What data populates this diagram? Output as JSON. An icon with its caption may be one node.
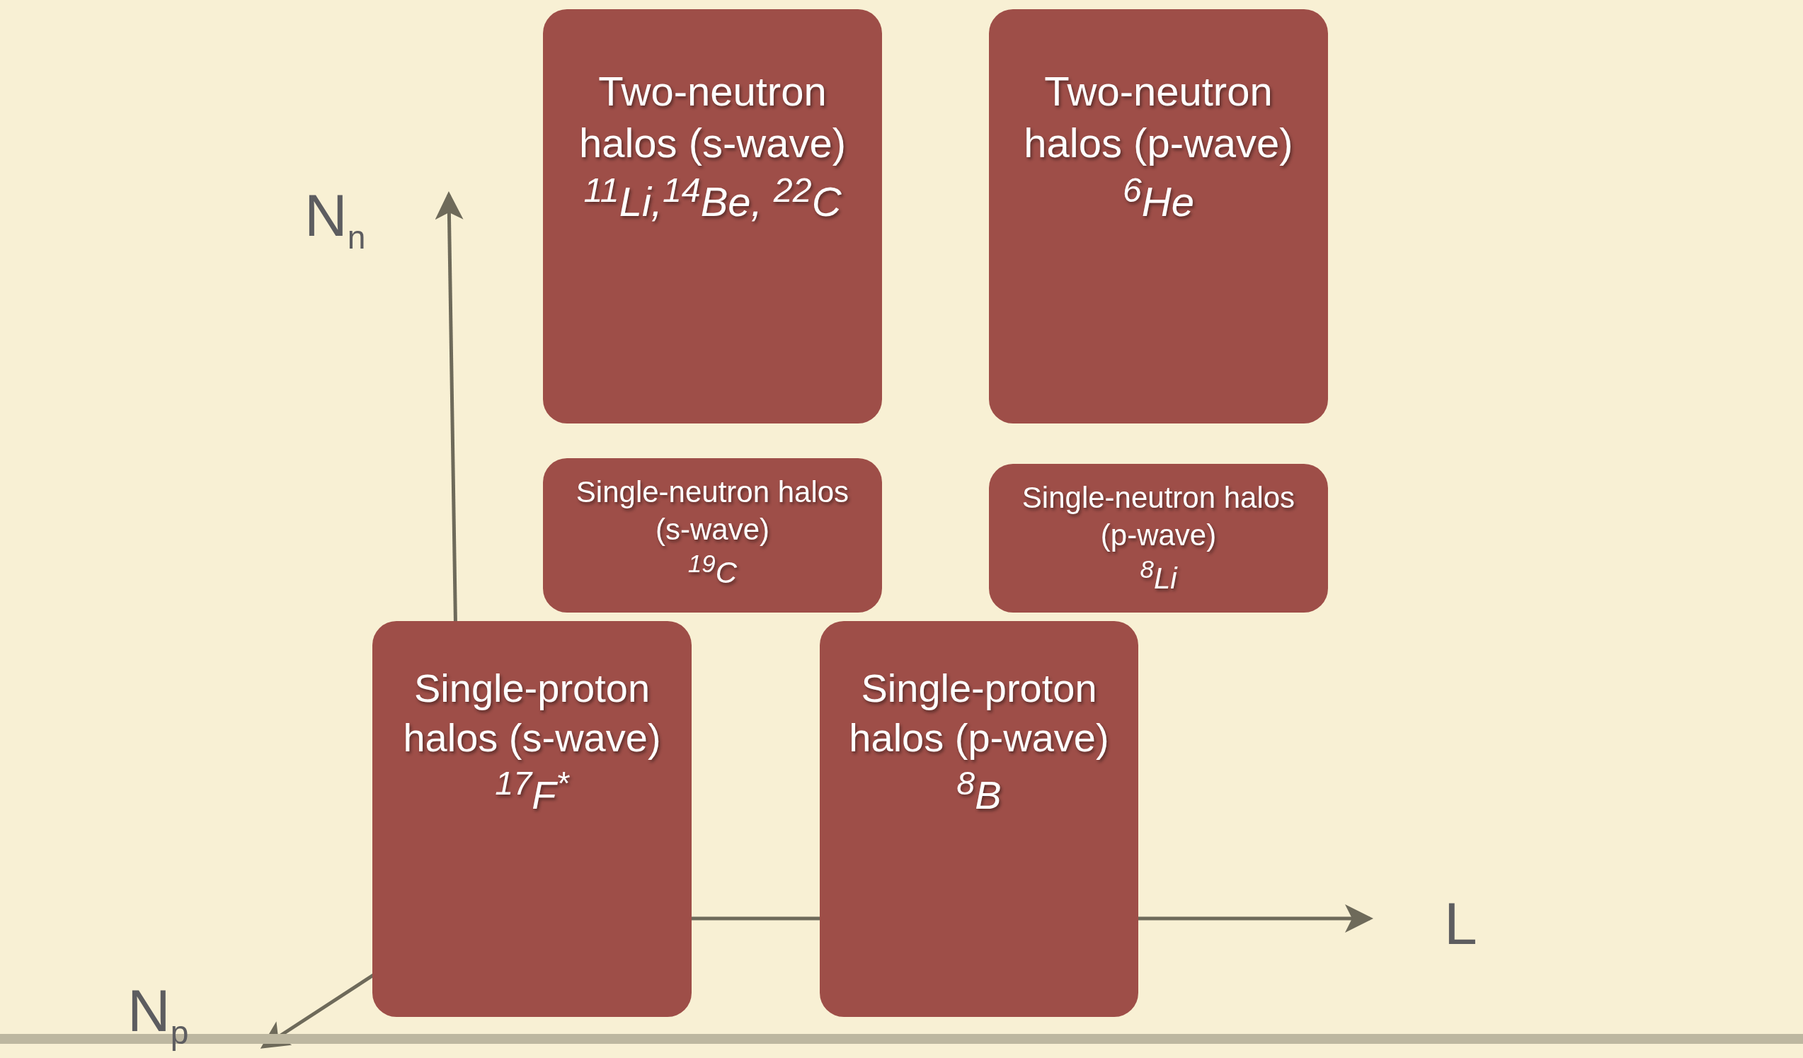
{
  "diagram": {
    "nodes": [
      {
        "text": [
          "Two-neutron halos (s-wave)",
          "$^{11}$Li,$^{14}$Be, $^{22}$C"
        ]
      },
      {
        "text": [
          "Two-neutron halos (p-wave)",
          "$^{6}$He"
        ]
      },
      {
        "text": [
          "Single-neutron halos (s-wave)",
          "$^{19}$C"
        ]
      },
      {
        "text": [
          "Single-neutron halos (p-wave)",
          "$^{8}$Li"
        ]
      },
      {
        "text": [
          "Single-proton halos (s-wave)",
          "$^{17}$F$^{*}$"
        ]
      },
      {
        "text": [
          "Single-proton halos (p-wave)",
          "$^{8}$B"
        ]
      },
      {
        "text": [],
        "shape": "bar"
      }
    ],
    "edges": [],
    "labels": [
      "N$_{n}$",
      "L",
      "N$_{p}$"
    ]
  }
}
